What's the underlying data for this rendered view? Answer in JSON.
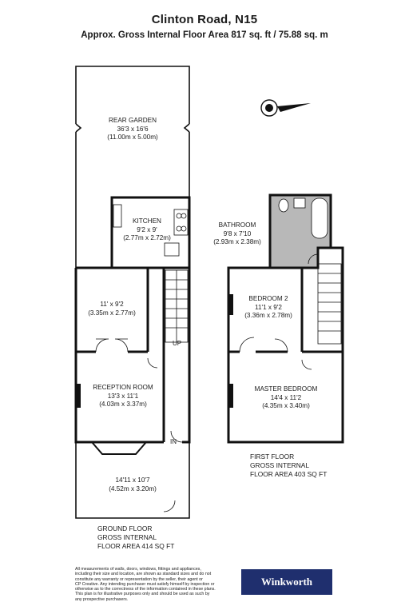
{
  "header": {
    "title": "Clinton Road, N15",
    "subtitle": "Approx. Gross Internal Floor Area 817 sq. ft / 75.88 sq. m"
  },
  "ground_floor": {
    "rooms": {
      "rear_garden": {
        "name": "REAR GARDEN",
        "dims_imperial": "36'3 x 16'6",
        "dims_metric": "(11.00m x 5.00m)"
      },
      "kitchen": {
        "name": "KITCHEN",
        "dims_imperial": "9'2 x 9'",
        "dims_metric": "(2.77m x 2.72m)"
      },
      "back_room": {
        "dims_imperial": "11' x 9'2",
        "dims_metric": "(3.35m x 2.77m)"
      },
      "reception": {
        "name": "RECEPTION ROOM",
        "dims_imperial": "13'3 x 11'1",
        "dims_metric": "(4.03m x 3.37m)"
      },
      "front_garden": {
        "dims_imperial": "14'11 x 10'7",
        "dims_metric": "(4.52m x 3.20m)"
      }
    },
    "up_label": "UP",
    "in_label": "IN",
    "area_lines": [
      "GROUND FLOOR",
      "GROSS INTERNAL",
      "FLOOR AREA 414 SQ FT"
    ]
  },
  "first_floor": {
    "rooms": {
      "bathroom": {
        "name": "BATHROOM",
        "dims_imperial": "9'8 x 7'10",
        "dims_metric": "(2.93m x 2.38m)"
      },
      "bedroom2": {
        "name": "BEDROOM 2",
        "dims_imperial": "11'1 x 9'2",
        "dims_metric": "(3.36m x 2.78m)"
      },
      "master": {
        "name": "MASTER BEDROOM",
        "dims_imperial": "14'4 x 11'2",
        "dims_metric": "(4.35m x 3.40m)"
      }
    },
    "area_lines": [
      "FIRST FLOOR",
      "GROSS INTERNAL",
      "FLOOR AREA 403 SQ FT"
    ]
  },
  "disclaimer_lines": [
    "All measurements of walls, doors, windows, fittings and appliances,",
    "including their size and location, are shown as standard sizes and do not",
    "constitute any warranty or representation by the seller, their agent or",
    "CP Creative. Any intending purchaser must satisfy himself by inspection or",
    "otherwise as to the correctness of the information contained in these plans.",
    "This plan is for illustrative purposes only and should be used as such by",
    "any prospective purchasers."
  ],
  "brand": {
    "name": "Winkworth",
    "color": "#1f2f6e"
  },
  "icons": {
    "compass": "compass-rose-icon"
  },
  "colors": {
    "wall": "#111111",
    "bathroom_fill": "#b8b8b8",
    "wall_fill": "#e8e8e8"
  }
}
